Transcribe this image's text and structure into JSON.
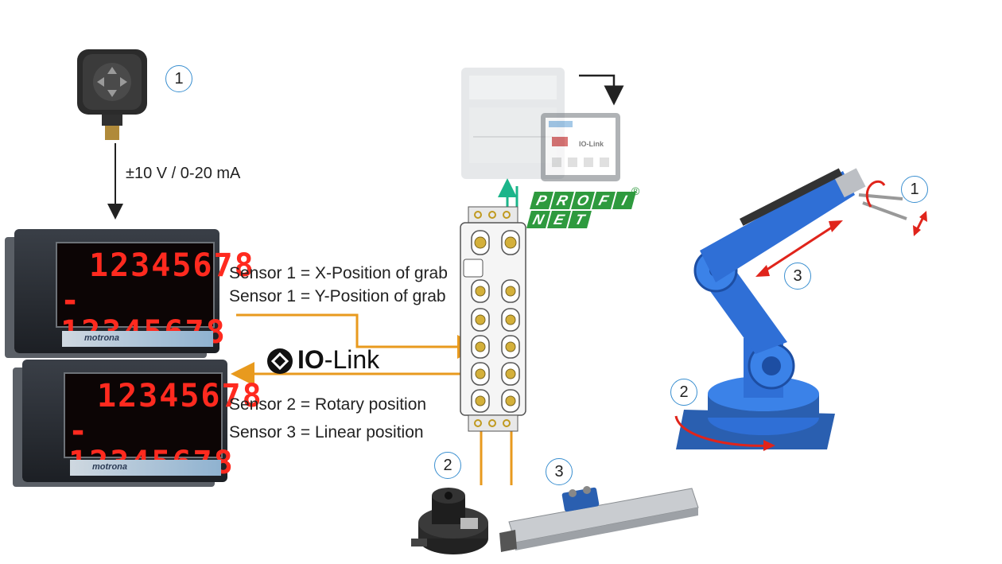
{
  "labels": {
    "signal": "±10 V / 0-20 mA",
    "sensor1x": "Sensor 1 = X-Position of grab",
    "sensor1y": "Sensor 1 = Y-Position of grab",
    "sensor2": "Sensor 2 = Rotary position",
    "sensor3": "Sensor 3 = Linear position"
  },
  "numbers": {
    "joystick": "1",
    "rotary": "2",
    "linear": "3",
    "robot_grab": "1",
    "robot_base": "2",
    "robot_linear": "3"
  },
  "displays": [
    {
      "row1": "12345678",
      "row2": "- 12345678",
      "brand": "motrona"
    },
    {
      "row1": "12345678",
      "row2": "- 12345678",
      "brand": "motrona"
    }
  ],
  "iolink": {
    "strong": "IO",
    "rest": "-Link"
  },
  "profinet": {
    "row1": [
      "P",
      "R",
      "O",
      "F",
      "I"
    ],
    "row2": [
      "N",
      "E",
      "T"
    ],
    "mark": "®"
  },
  "hmi": {
    "logo": "IO-Link"
  },
  "colors": {
    "orange": "#e89a1e",
    "green": "#1bb58a",
    "blue": "#2f6fd6",
    "red": "#e0241b"
  }
}
